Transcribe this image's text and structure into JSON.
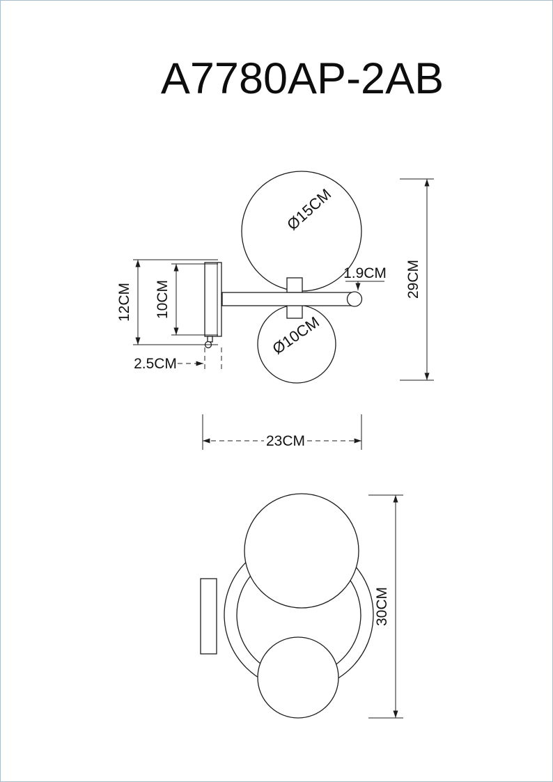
{
  "title": "A7780AP-2AB",
  "top_view": {
    "large_sphere_diameter": "Ø15CM",
    "small_sphere_diameter": "Ø10CM",
    "bracket_height": "12CM",
    "backplate_height": "10CM",
    "backplate_depth": "2.5CM",
    "arm_diameter": "1.9CM",
    "overall_height": "29CM",
    "overall_width": "23CM"
  },
  "front_view": {
    "overall_height": "30CM"
  }
}
